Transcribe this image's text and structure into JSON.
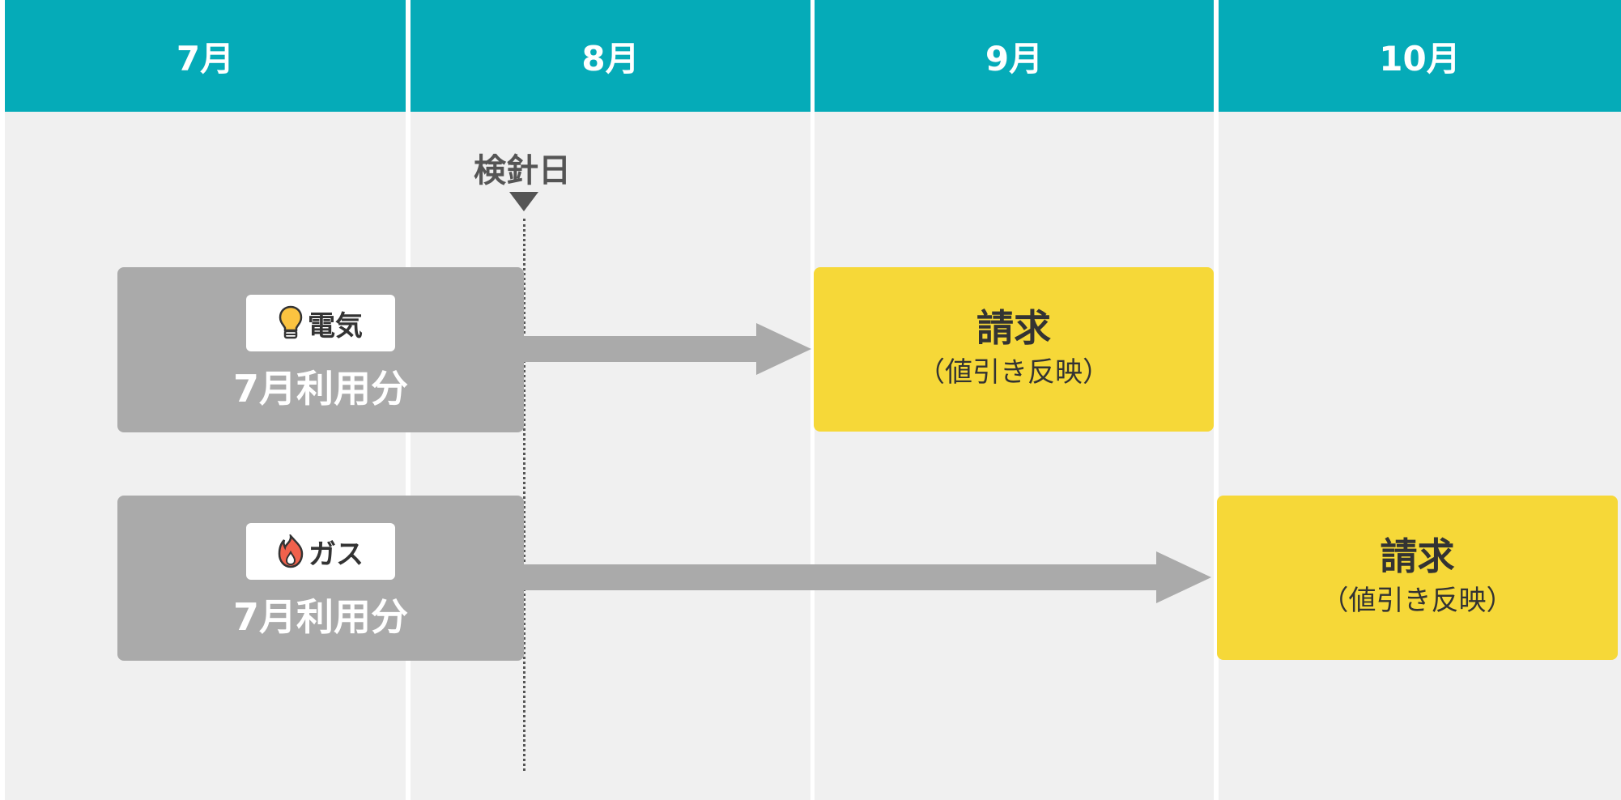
{
  "months": [
    "7月",
    "8月",
    "9月",
    "10月"
  ],
  "meter_reading": {
    "label": "検針日"
  },
  "rows": [
    {
      "tag_label": "電気",
      "tag_icon": "lightbulb-icon",
      "usage_label": "7月利用分",
      "billing_title": "請求",
      "billing_note": "（値引き反映）"
    },
    {
      "tag_label": "ガス",
      "tag_icon": "flame-icon",
      "usage_label": "7月利用分",
      "billing_title": "請求",
      "billing_note": "（値引き反映）"
    }
  ],
  "colors": {
    "header": "#05abb8",
    "column_bg": "#f0f0f0",
    "usage_box": "#aaaaaa",
    "billing_box": "#f6d838",
    "meter_mark": "#555555"
  }
}
